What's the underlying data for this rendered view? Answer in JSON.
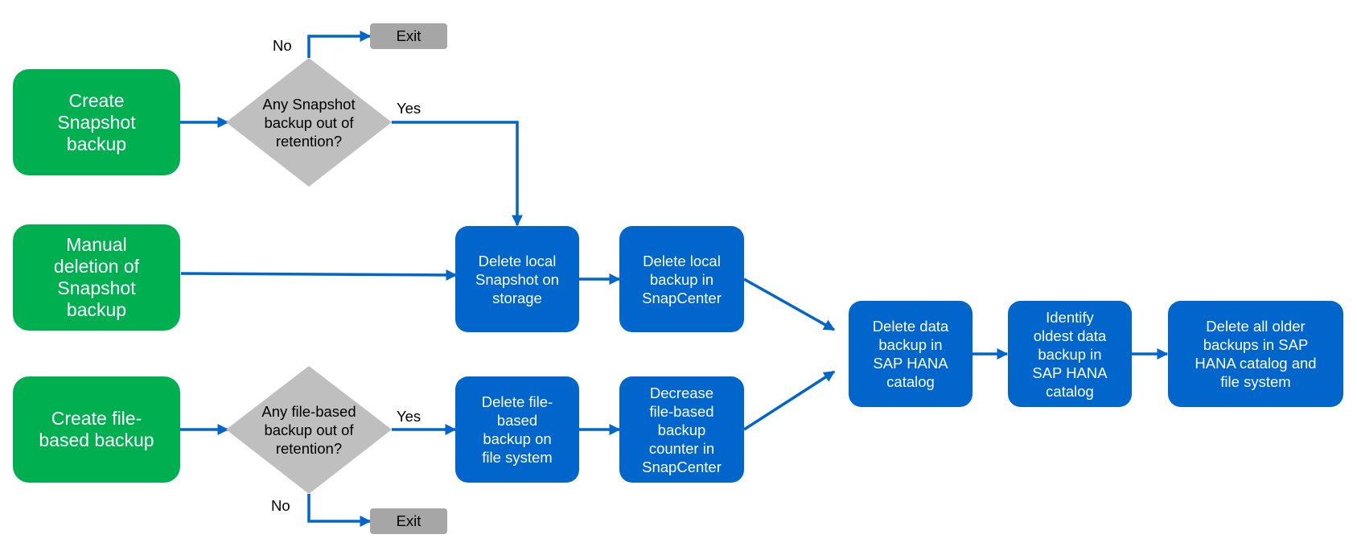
{
  "colors": {
    "start": "#00b050",
    "process": "#0066cc",
    "decision": "#bfbfbf",
    "exit": "#a6a6a6",
    "arrow": "#0066cc"
  },
  "start_nodes": {
    "create_snapshot": "Create\nSnapshot\nbackup",
    "manual_deletion": "Manual\ndeletion of\nSnapshot\nbackup",
    "create_file_based": "Create file-\nbased backup"
  },
  "decisions": {
    "snapshot_retention": "Any Snapshot\nbackup out of\nretention?",
    "file_retention": "Any file-based\nbackup out of\nretention?"
  },
  "exits": {
    "top": "Exit",
    "bottom": "Exit"
  },
  "edge_labels": {
    "no_top": "No",
    "yes_top": "Yes",
    "yes_bottom": "Yes",
    "no_bottom": "No"
  },
  "process_nodes": {
    "delete_local_snapshot": "Delete local\nSnapshot on\nstorage",
    "delete_local_backup": "Delete local\nbackup in\nSnapCenter",
    "delete_file_based": "Delete file-\nbased\nbackup on\nfile system",
    "decrease_counter": "Decrease\nfile-based\nbackup\ncounter in\nSnapCenter",
    "delete_data_backup": "Delete data\nbackup in\nSAP HANA\ncatalog",
    "identify_oldest": "Identify\noldest data\nbackup in\nSAP HANA\ncatalog",
    "delete_all_older": "Delete all older\nbackups in SAP\nHANA catalog and\nfile system"
  }
}
